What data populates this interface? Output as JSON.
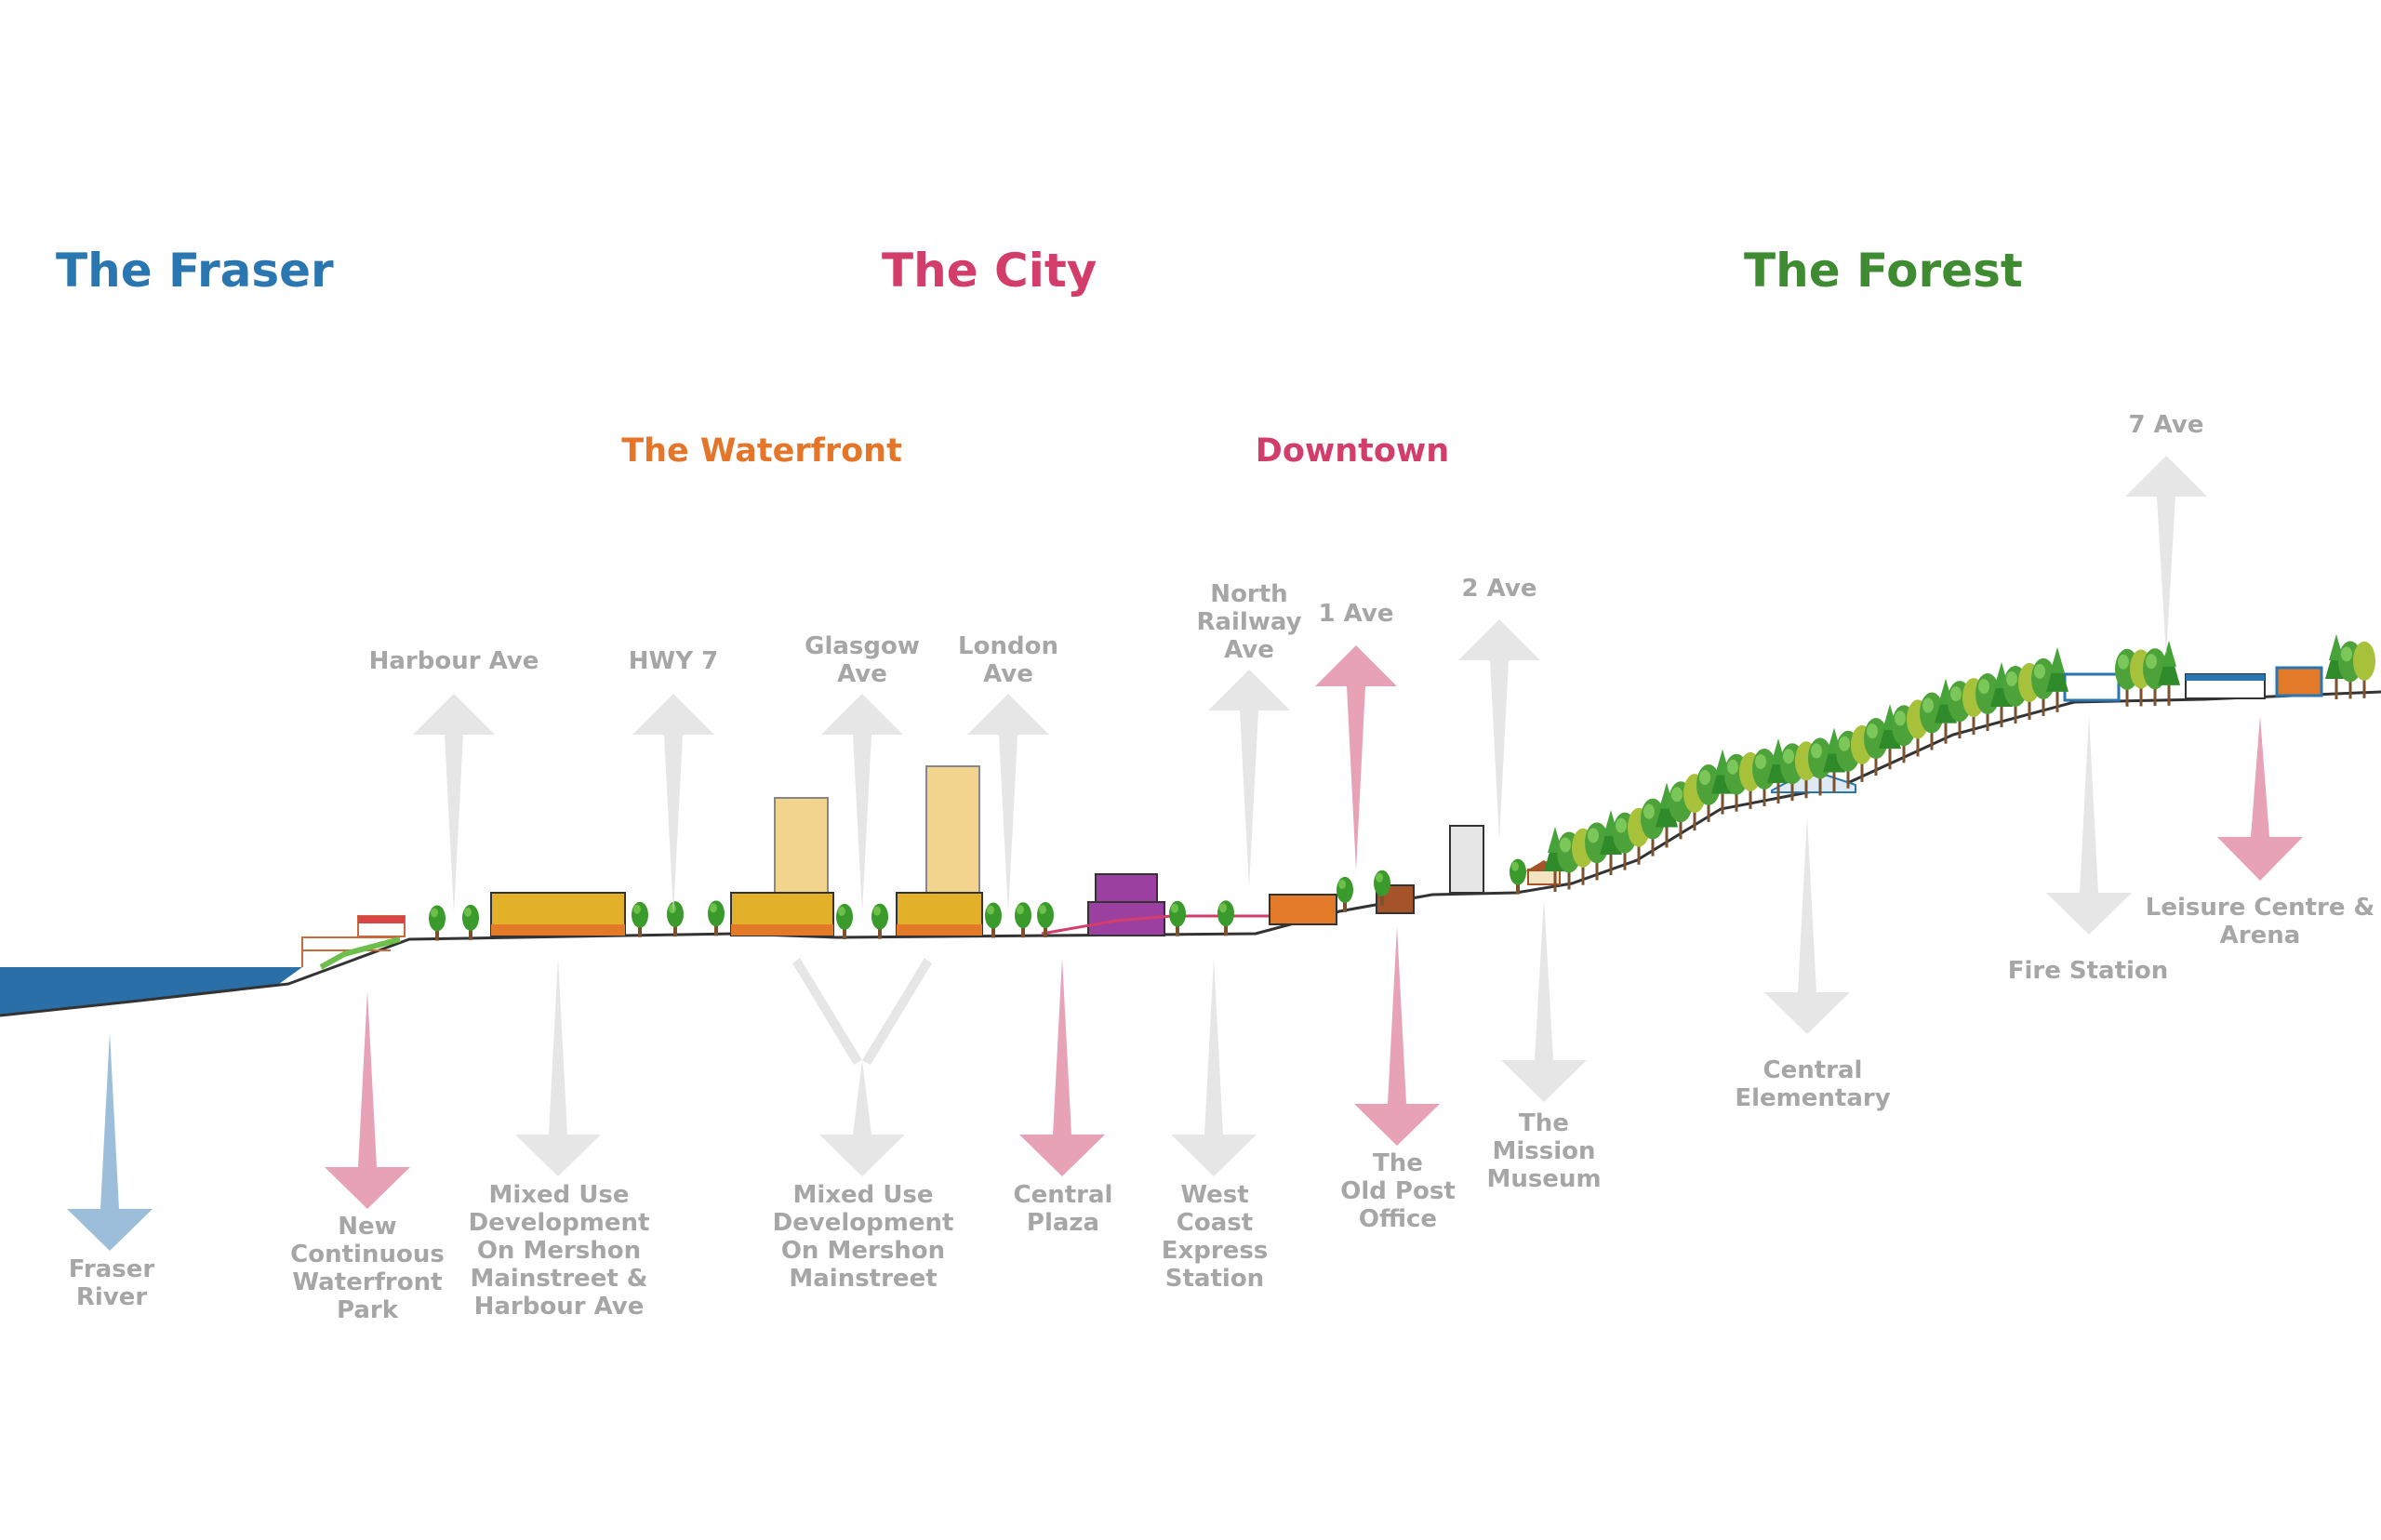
{
  "colors": {
    "fraser": "#2a76b0",
    "city": "#d33d6a",
    "forest": "#3e8b31",
    "waterfront": "#e47529",
    "downtown": "#d33d6a",
    "label_gray": "#a6a6a6",
    "arrow_gray": "#e6e6e6",
    "arrow_pink": "#e8a2b6",
    "arrow_blue": "#9dbedb",
    "water": "#2a6fa8",
    "ground_line": "#333333",
    "tree_green": "#3a9a2c",
    "building_gold": "#e3b029",
    "tower_tan": "#f3d48f"
  },
  "regions": {
    "fraser": "The Fraser",
    "city": "The City",
    "forest": "The Forest"
  },
  "districts": {
    "waterfront": "The Waterfront",
    "downtown": "Downtown"
  },
  "streets": {
    "harbour": [
      "Harbour  Ave"
    ],
    "hwy7": [
      "HWY 7"
    ],
    "glasgow": [
      "Glasgow",
      "Ave"
    ],
    "london": [
      "London",
      "Ave"
    ],
    "north_railway": [
      "North",
      "Railway",
      "Ave"
    ],
    "ave1": [
      "1 Ave"
    ],
    "ave2": [
      "2 Ave"
    ],
    "ave7": [
      "7 Ave"
    ]
  },
  "places": {
    "fraser_river": [
      "Fraser",
      "River"
    ],
    "waterfront_park": [
      "New",
      "Continuous",
      "Waterfront",
      "Park"
    ],
    "mixed_use_1": [
      "Mixed Use",
      "Development",
      "On Mershon",
      "Mainstreet &",
      "Harbour Ave"
    ],
    "mixed_use_2": [
      "Mixed Use",
      "Development",
      "On Mershon",
      "Mainstreet"
    ],
    "central_plaza": [
      "Central",
      "Plaza"
    ],
    "west_coast_station": [
      "West",
      "Coast",
      "Express",
      "Station"
    ],
    "old_post_office": [
      "The",
      "Old Post",
      "Office"
    ],
    "mission_museum": [
      "The",
      "Mission",
      "Museum"
    ],
    "central_elementary": [
      "Central",
      "Elementary"
    ],
    "fire_station": [
      "Fire Station"
    ],
    "leisure_centre": [
      "Leisure Centre &",
      "Arena"
    ]
  }
}
